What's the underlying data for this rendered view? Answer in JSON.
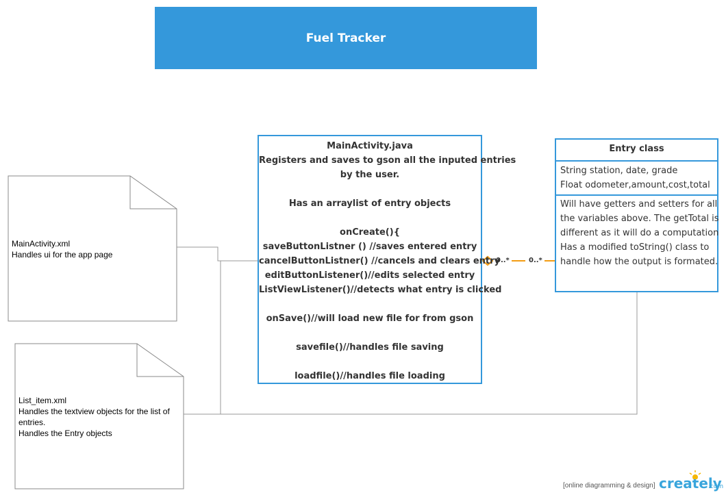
{
  "title": "Fuel Tracker",
  "notes": {
    "main_activity_xml": [
      "MainActivity.xml",
      "Handles ui for the app page"
    ],
    "list_item_xml": [
      "List_item.xml",
      "Handles the textview objects for the list of",
      "entries.",
      "Handles the Entry objects"
    ]
  },
  "main_activity_class": {
    "lines": [
      "MainActivity.java",
      "Registers and saves to gson all the inputed entries",
      "by the user.",
      "",
      "Has an arraylist of entry objects",
      "",
      "onCreate(){",
      "saveButtonListner () //saves entered entry",
      "cancelButtonListner() //cancels and clears entry",
      "editButtonListener()//edits selected entry",
      "ListViewListener()//detects what entry is clicked",
      "",
      "onSave()//will load new file for from gson",
      "",
      "savefile()//handles file saving",
      "",
      "loadfile()//handles file loading"
    ]
  },
  "entry_class": {
    "title": "Entry class",
    "attributes": [
      "String station, date, grade",
      "Float odometer,amount,cost,total"
    ],
    "methods": [
      "Will have getters and setters for all",
      "the variables above. The getTotal is",
      "different as it will do a computation",
      "Has a modified toString() class to",
      "handle how the output is formated."
    ]
  },
  "association": {
    "left_multiplicity": "0..*",
    "right_multiplicity": "0..*",
    "color": "#f39c12"
  },
  "colors": {
    "banner": "#3498db",
    "box_border": "#3498db",
    "connector": "#999999"
  },
  "footer": {
    "tagline": "[online diagramming & design]",
    "brand": "creately",
    "brand_suffix": ".com"
  }
}
